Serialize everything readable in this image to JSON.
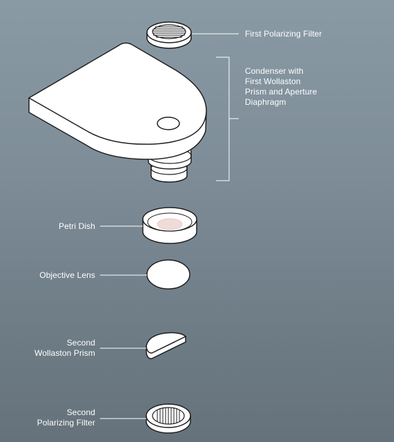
{
  "components": {
    "first_polarizing_filter": {
      "label": "First Polarizing Filter"
    },
    "condenser": {
      "label": "Condenser with\nFirst Wollaston\nPrism and Aperture\nDiaphragm"
    },
    "petri_dish": {
      "label": "Petri Dish"
    },
    "objective_lens": {
      "label": "Objective Lens"
    },
    "second_wollaston_prism": {
      "label": "Second\nWollaston Prism"
    },
    "second_polarizing_filter": {
      "label": "Second\nPolarizing Filter"
    }
  },
  "colors": {
    "background_top": "#8a9aa5",
    "background_bottom": "#65727b",
    "stroke": "#1e1e1e",
    "fill": "#ffffff",
    "leader_line": "#ffffff",
    "sample": "#f1dada"
  }
}
